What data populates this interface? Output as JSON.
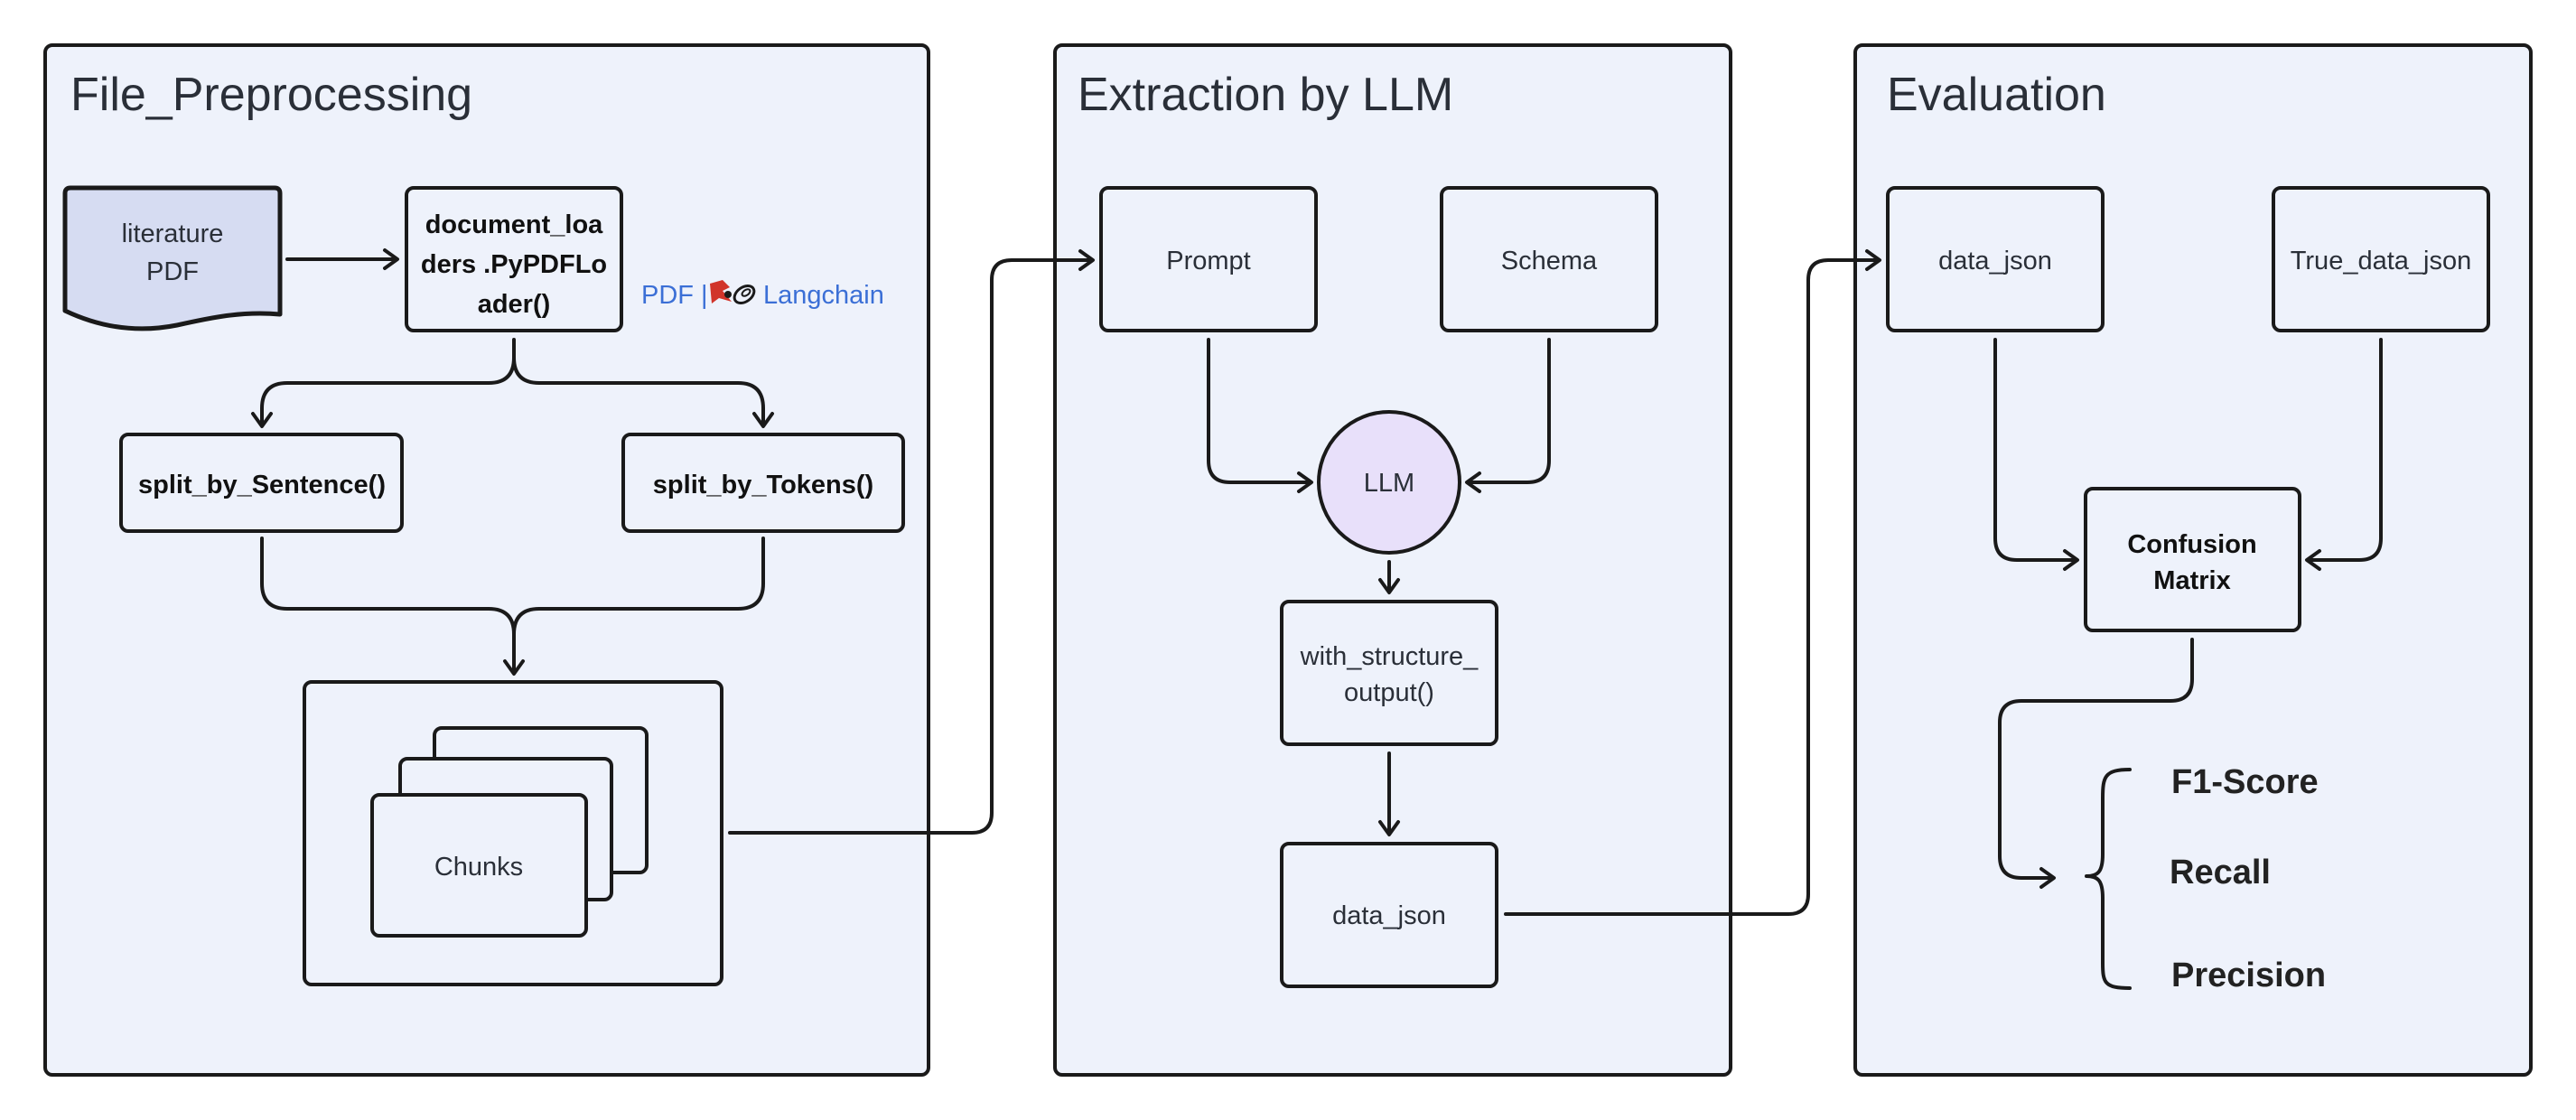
{
  "panels": {
    "preprocessing": "File_Preprocessing",
    "extraction": "Extraction by LLM",
    "evaluation": "Evaluation"
  },
  "preprocessing": {
    "pdf_doc": [
      "literature",
      "PDF"
    ],
    "loader": [
      "document_loa",
      "ders .PyPDFLo",
      "ader()"
    ],
    "loader_caption_pdf": "PDF |",
    "loader_caption_langchain": "Langchain",
    "split_sentence": "split_by_Sentence()",
    "split_tokens": "split_by_Tokens()",
    "chunks": "Chunks"
  },
  "extraction": {
    "prompt": "Prompt",
    "schema": "Schema",
    "llm": "LLM",
    "structured": [
      "with_structure_",
      "output()"
    ],
    "data_json": "data_json"
  },
  "evaluation": {
    "data_json": "data_json",
    "true_data_json": "True_data_json",
    "confusion": [
      "Confusion",
      "Matrix"
    ],
    "metrics": [
      "F1-Score",
      "Recall",
      "Precision"
    ]
  },
  "colors": {
    "panel_fill": "#eef2fb",
    "pdf_fill": "#d6dcf2",
    "llm_fill": "#e8e0fa",
    "link_blue": "#3b6fd6",
    "stroke": "#1a1a1a"
  }
}
